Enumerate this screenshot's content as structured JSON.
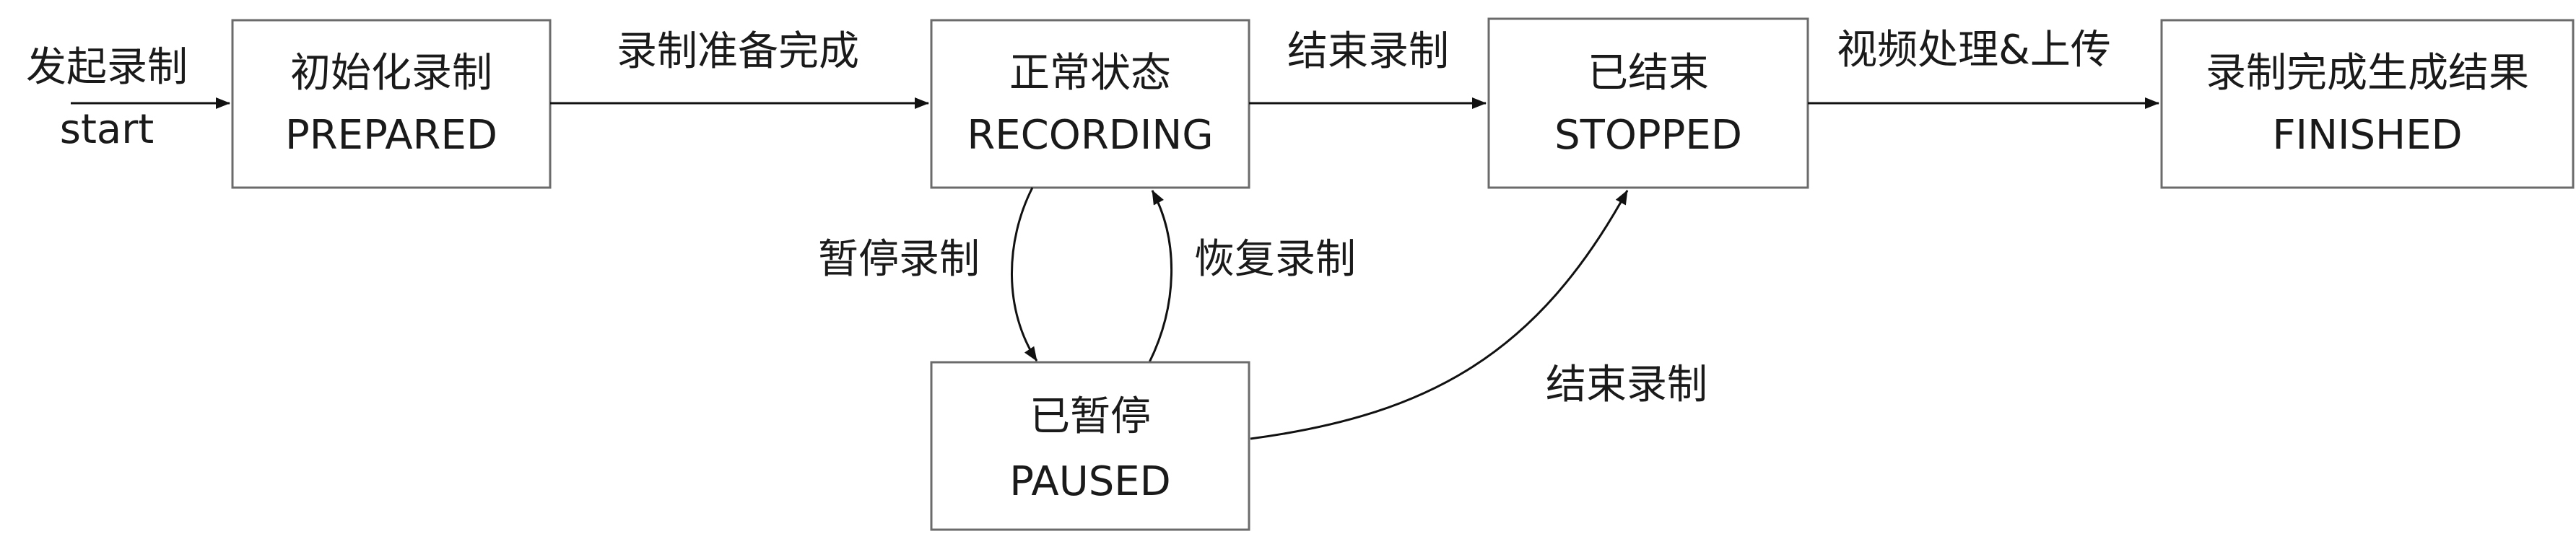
{
  "start": {
    "label_cn": "发起录制",
    "label_en": "start"
  },
  "states": {
    "prepared": {
      "cn": "初始化录制",
      "en": "PREPARED"
    },
    "recording": {
      "cn": "正常状态",
      "en": "RECORDING"
    },
    "stopped": {
      "cn": "已结束",
      "en": "STOPPED"
    },
    "finished": {
      "cn": "录制完成生成结果",
      "en": "FINISHED"
    },
    "paused": {
      "cn": "已暂停",
      "en": "PAUSED"
    }
  },
  "transitions": {
    "prepared_to_recording": "录制准备完成",
    "recording_to_stopped": "结束录制",
    "stopped_to_finished": "视频处理&上传",
    "recording_to_paused": "暂停录制",
    "paused_to_recording": "恢复录制",
    "paused_to_stopped": "结束录制"
  }
}
